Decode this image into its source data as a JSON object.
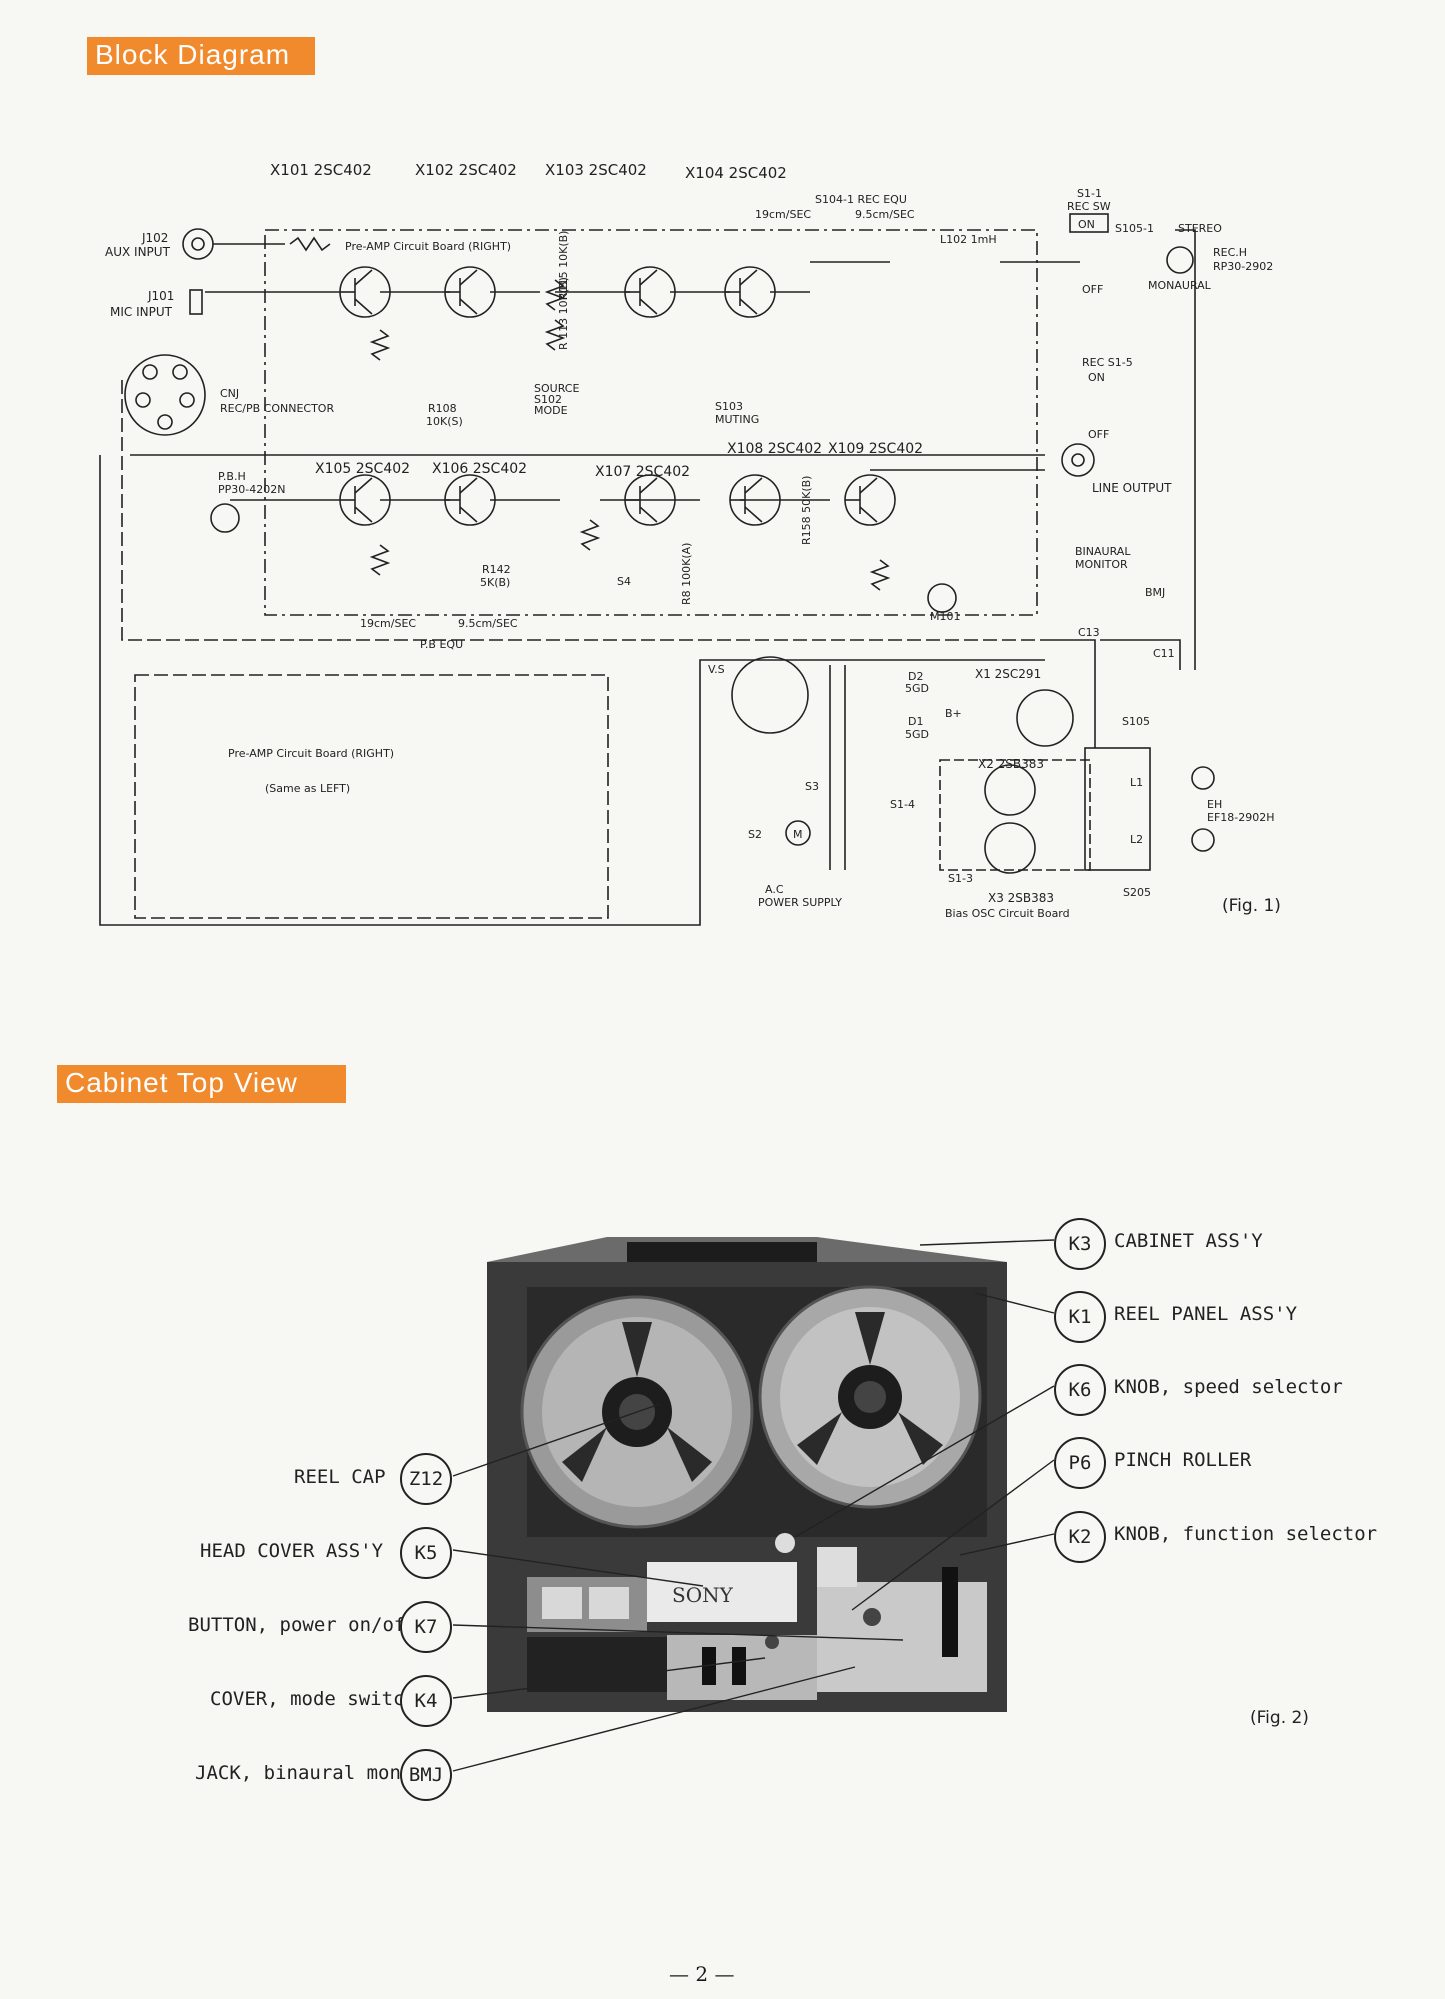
{
  "sections": {
    "block_diagram_title": "Block Diagram",
    "cabinet_top_view_title": "Cabinet Top View"
  },
  "figures": {
    "fig1": "(Fig. 1)",
    "fig2": "(Fig. 2)"
  },
  "block_diagram": {
    "transistors_top": [
      "X101 2SC402",
      "X102 2SC402",
      "X103 2SC402",
      "X104 2SC402"
    ],
    "transistors_mid": [
      "X105 2SC402",
      "X106 2SC402",
      "X107 2SC402",
      "X108 2SC402",
      "X109 2SC402"
    ],
    "labels": {
      "aux_ref": "J102",
      "aux": "AUX INPUT",
      "mic_ref": "J101",
      "mic": "MIC INPUT",
      "preamp_right": "Pre-AMP Circuit Board (RIGHT)",
      "rec_equ": "S104-1 REC EQU",
      "speed_19": "19cm/SEC",
      "speed_95": "9.5cm/SEC",
      "l102": "L102 1mH",
      "r115": "R115 10K(B)",
      "r113": "R 113 10K(B)",
      "s1_1": "S1-1",
      "rec_sw": "REC SW",
      "on": "ON",
      "off": "OFF",
      "s105_1": "S105-1",
      "stereo": "STEREO",
      "rec_h": "REC.H",
      "rec_h_part": "RP30-2902",
      "monaural": "MONAURAL",
      "cnj": "CNJ",
      "rec_pb_connector": "REC/PB CONNECTOR",
      "r108": "R108",
      "r108_val": "10K(S)",
      "source": "SOURCE",
      "s102": "S102",
      "mode": "MODE",
      "s103": "S103",
      "muting": "MUTING",
      "rec_s1_5": "REC S1-5",
      "pbh": "P.B.H",
      "pbh_part": "PP30-4202N",
      "line_output": "LINE OUTPUT",
      "r158": "R158 50K(B)",
      "r142": "R142",
      "r142_val": "5K(B)",
      "r8": "R8 100K(A)",
      "s4": "S4",
      "binaural": "BINAURAL",
      "monitor": "MONITOR",
      "bmj": "BMJ",
      "m101": "M101",
      "pb_equ": "P.B EQU",
      "preamp_right_lower": "Pre-AMP Circuit Board (RIGHT)",
      "same_as_left": "(Same as LEFT)",
      "vs": "V.S",
      "d2": "D2",
      "d2_val": "5GD",
      "d1": "D1",
      "d1_val": "5GD",
      "bplus": "B+",
      "x1": "X1 2SC291",
      "x2": "X2 2SB383",
      "x3": "X3 2SB383",
      "bias_osc": "Bias OSC Circuit Board",
      "s1_4": "S1-4",
      "s1_3": "S1-3",
      "s2": "S2",
      "s3": "S3",
      "m": "M",
      "ac": "A.C",
      "power_supply": "POWER SUPPLY",
      "c13": "C13",
      "c11": "C11",
      "s105": "S105",
      "s205": "S205",
      "l1": "L1",
      "l2": "L2",
      "eh": "EH",
      "eh_part": "EF18-2902H"
    }
  },
  "callouts": {
    "right": [
      {
        "code": "K3",
        "text": "CABINET ASS'Y"
      },
      {
        "code": "K1",
        "text": "REEL PANEL ASS'Y"
      },
      {
        "code": "K6",
        "text": "KNOB, speed selector"
      },
      {
        "code": "P6",
        "text": "PINCH ROLLER"
      },
      {
        "code": "K2",
        "text": "KNOB, function selector"
      }
    ],
    "left": [
      {
        "code": "Z12",
        "text": "REEL CAP"
      },
      {
        "code": "K5",
        "text": "HEAD COVER ASS'Y"
      },
      {
        "code": "K7",
        "text": "BUTTON, power on/off"
      },
      {
        "code": "K4",
        "text": "COVER, mode switch"
      },
      {
        "code": "BMJ",
        "text": "JACK, binaural monitor"
      }
    ]
  },
  "photo": {
    "brand": "SONY"
  },
  "page_number": "— 2 —"
}
